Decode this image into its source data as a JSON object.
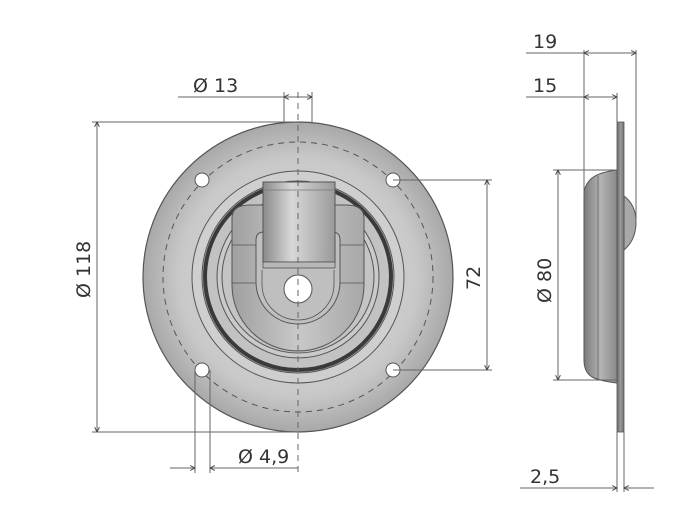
{
  "drawing": {
    "title": "Recessed lashing ring technical drawing",
    "views": [
      "front-view",
      "side-view"
    ]
  },
  "dimensions": {
    "pin_diameter": "Ø 13",
    "overall_diameter": "Ø 118",
    "hole_diameter": "Ø 4,9",
    "hole_spacing": "72",
    "total_depth": "19",
    "recess_depth": "15",
    "recess_diameter": "Ø 80",
    "plate_thickness": "2,5"
  },
  "colors": {
    "line": "#555555",
    "dim_line": "#666666",
    "text": "#333333",
    "metal_light": "#d4d4d4",
    "metal_mid": "#b0b0b0",
    "metal_dark": "#6e6e6e",
    "background": "#ffffff"
  }
}
